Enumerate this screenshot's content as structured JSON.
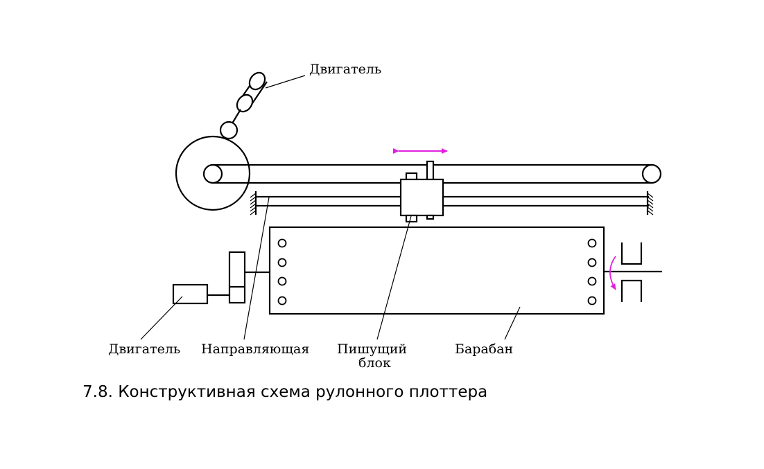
{
  "labels": {
    "motor_top": "Двигатель",
    "motor_bottom": "Двигатель",
    "guide": "Направляющая",
    "pen_unit_line1": "Пишущий",
    "pen_unit_line2": "блок",
    "drum": "Барабан"
  },
  "caption": "7.8. Конструктивная схема рулонного плоттера",
  "colors": {
    "arrow": "#e020e0",
    "line": "#000000"
  }
}
